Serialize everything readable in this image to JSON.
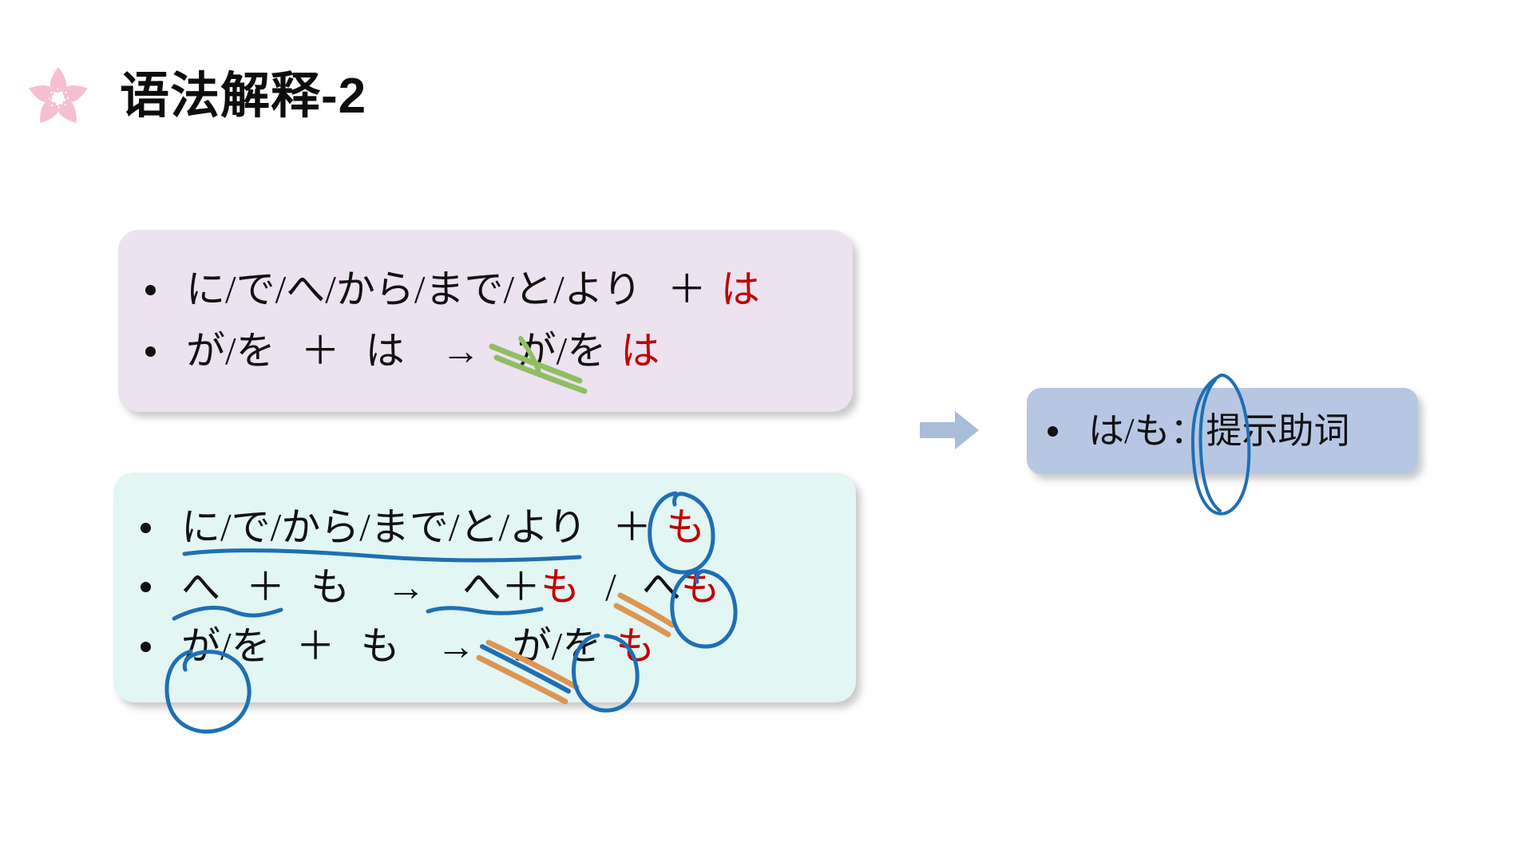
{
  "slide": {
    "title": "语法解释-2",
    "flower_icon": "sakura-icon",
    "background_color": "#ffffff",
    "title_color": "#0d0d0d"
  },
  "colors": {
    "card_ha_bg": "#ece2f0",
    "card_mo_bg": "#e2f6f4",
    "card_conclusion_bg": "#b7c7e3",
    "highlight_red": "#c00000",
    "ink_blue": "#1f6fb4",
    "ink_green": "#8fbe63",
    "ink_orange": "#dd9552",
    "sakura_pink": "#f6bfd2",
    "arrow_blue": "#a8bdd9"
  },
  "cards": {
    "ha": {
      "name": "wa-particle-rules",
      "lines": [
        {
          "bullet": "•",
          "parts": [
            {
              "text": "に/で/へ/から/まで/と/より",
              "color": "black"
            },
            {
              "text": "＋",
              "color": "black"
            },
            {
              "text": "は",
              "color": "red"
            }
          ],
          "plain": "に/で/へ/から/まで/と/より ＋ は"
        },
        {
          "bullet": "•",
          "parts": [
            {
              "text": "が/を",
              "color": "black"
            },
            {
              "text": "＋",
              "color": "black"
            },
            {
              "text": "は",
              "color": "black"
            },
            {
              "text": "→",
              "color": "black"
            },
            {
              "text": "が/を",
              "color": "black",
              "annotation": "green-strikethrough"
            },
            {
              "text": "は",
              "color": "red"
            }
          ],
          "plain": "が/を ＋ は → が/を は"
        }
      ]
    },
    "mo": {
      "name": "mo-particle-rules",
      "lines": [
        {
          "bullet": "•",
          "parts": [
            {
              "text": "に/で/から/まで/と/より",
              "color": "black",
              "annotation": "blue-underline"
            },
            {
              "text": "＋",
              "color": "black"
            },
            {
              "text": "も",
              "color": "red",
              "annotation": "blue-circle"
            }
          ],
          "plain": "に/で/から/まで/と/より ＋ も"
        },
        {
          "bullet": "•",
          "parts": [
            {
              "text": "へ",
              "color": "black"
            },
            {
              "text": "＋",
              "color": "black"
            },
            {
              "text": "も",
              "color": "black",
              "annotation": "blue-underline"
            },
            {
              "text": "→",
              "color": "black"
            },
            {
              "text": "へ＋",
              "color": "black",
              "annotation": "blue-underline"
            },
            {
              "text": "も",
              "color": "red"
            },
            {
              "text": "/",
              "color": "black"
            },
            {
              "text": "へ",
              "color": "black",
              "annotation": "orange-strikethrough"
            },
            {
              "text": "も",
              "color": "red",
              "annotation": "blue-circle"
            }
          ],
          "plain": "へ ＋ も → へ＋も / へも"
        },
        {
          "bullet": "•",
          "parts": [
            {
              "text": "が/を",
              "color": "black",
              "annotation": "blue-circle"
            },
            {
              "text": "＋",
              "color": "black"
            },
            {
              "text": "も",
              "color": "black"
            },
            {
              "text": "→",
              "color": "black"
            },
            {
              "text": "が/を",
              "color": "black",
              "annotation": "orange-blue-strikethrough"
            },
            {
              "text": "も",
              "color": "red",
              "annotation": "blue-circle"
            }
          ],
          "plain": "が/を ＋ も → が/を も"
        }
      ]
    },
    "conclusion": {
      "name": "conclusion-card",
      "bullet": "•",
      "text": "は/も：提示助词",
      "annotation": "blue-ellipse-around-提示"
    }
  },
  "flow_arrow": {
    "name": "flow-arrow",
    "direction": "right",
    "color": "#a8bdd9"
  },
  "symbols": {
    "plus": "＋",
    "arrow": "→",
    "slash": "/",
    "colon": "："
  }
}
